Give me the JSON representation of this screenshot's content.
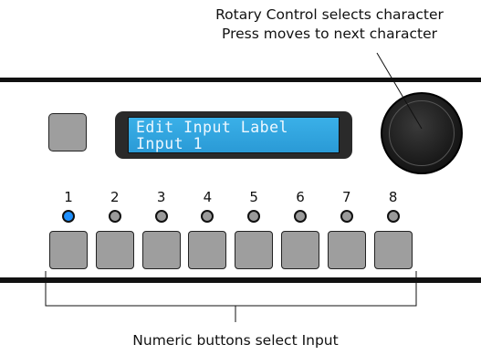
{
  "callouts": {
    "rotary_line1": "Rotary Control selects character",
    "rotary_line2": "Press moves to next character",
    "numeric": "Numeric buttons select Input"
  },
  "display": {
    "line1": "Edit Input Label",
    "line2": "Input 1"
  },
  "inputs": [
    {
      "number": "1",
      "led_active": true
    },
    {
      "number": "2",
      "led_active": false
    },
    {
      "number": "3",
      "led_active": false
    },
    {
      "number": "4",
      "led_active": false
    },
    {
      "number": "5",
      "led_active": false
    },
    {
      "number": "6",
      "led_active": false
    },
    {
      "number": "7",
      "led_active": false
    },
    {
      "number": "8",
      "led_active": false
    }
  ],
  "colors": {
    "lcd_background": "#3ab0e8",
    "led_active": "#1e90ff",
    "led_inactive": "#9a9a9a",
    "button_fill": "#9e9e9e"
  }
}
